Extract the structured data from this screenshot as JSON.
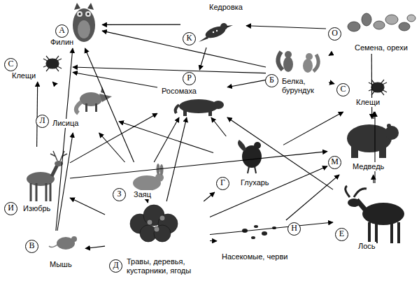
{
  "diagram": {
    "nodes": [
      {
        "text": [
          "А",
          "Филин"
        ]
      },
      {
        "text": [
          "К",
          "Кедровка"
        ]
      },
      {
        "text": [
          "О",
          "Семена, орехи"
        ]
      },
      {
        "text": [
          "С",
          "Клещи"
        ]
      },
      {
        "text": [
          "Р",
          "Росомаха"
        ]
      },
      {
        "text": [
          "Б",
          "Белка, бурундук"
        ]
      },
      {
        "text": [
          "С",
          "Клещи"
        ]
      },
      {
        "text": [
          "Л",
          "Лисица"
        ]
      },
      {
        "text": [
          "М",
          "Медведь"
        ]
      },
      {
        "text": [
          "Г",
          "Глухарь"
        ]
      },
      {
        "text": [
          "З",
          "Заяц"
        ]
      },
      {
        "text": [
          "И",
          "Изюбрь"
        ]
      },
      {
        "text": [
          "Н",
          "Насекомые, черви"
        ]
      },
      {
        "text": [
          "Е",
          "Лось"
        ]
      },
      {
        "text": [
          "В",
          "Мышь"
        ]
      },
      {
        "text": [
          "Д",
          "Травы, деревья, кустарники, ягоды"
        ]
      }
    ],
    "edges": [
      {
        "from": 2,
        "to": 1,
        "arrow": "to"
      },
      {
        "from": 2,
        "to": 5,
        "arrow": "to"
      },
      {
        "from": 2,
        "to": 8,
        "arrow": "to"
      },
      {
        "from": 1,
        "to": 0,
        "arrow": "to"
      },
      {
        "from": 1,
        "to": 4,
        "arrow": "to"
      },
      {
        "from": 5,
        "to": 0,
        "arrow": "to"
      },
      {
        "from": 5,
        "to": 3,
        "arrow": "to"
      },
      {
        "from": 5,
        "to": 4,
        "arrow": "to"
      },
      {
        "from": 5,
        "to": 6,
        "arrow": "to"
      },
      {
        "from": 4,
        "to": 3,
        "arrow": "to"
      },
      {
        "from": 7,
        "to": 3,
        "arrow": "to"
      },
      {
        "from": 11,
        "to": 3,
        "arrow": "to"
      },
      {
        "from": 14,
        "to": 0,
        "arrow": "to"
      },
      {
        "from": 14,
        "to": 7,
        "arrow": "to"
      },
      {
        "from": 10,
        "to": 0,
        "arrow": "to"
      },
      {
        "from": 10,
        "to": 7,
        "arrow": "to"
      },
      {
        "from": 10,
        "to": 4,
        "arrow": "to"
      },
      {
        "from": 9,
        "to": 7,
        "arrow": "to"
      },
      {
        "from": 9,
        "to": 4,
        "arrow": "to"
      },
      {
        "from": 9,
        "to": 6,
        "arrow": "to"
      },
      {
        "from": 15,
        "to": 10,
        "arrow": "to"
      },
      {
        "from": 15,
        "to": 9,
        "arrow": "to"
      },
      {
        "from": 15,
        "to": 11,
        "arrow": "to"
      },
      {
        "from": 15,
        "to": 14,
        "arrow": "to"
      },
      {
        "from": 15,
        "to": 12,
        "arrow": "to"
      },
      {
        "from": 15,
        "to": 13,
        "arrow": "to"
      },
      {
        "from": 15,
        "to": 8,
        "arrow": "to"
      },
      {
        "from": 15,
        "to": 4,
        "arrow": "to"
      },
      {
        "from": 11,
        "to": 4,
        "arrow": "to"
      },
      {
        "from": 11,
        "to": 8,
        "arrow": "to"
      },
      {
        "from": 12,
        "to": 8,
        "arrow": "to"
      },
      {
        "from": 13,
        "to": 8,
        "arrow": "to"
      },
      {
        "from": 13,
        "to": 6,
        "arrow": "to"
      },
      {
        "from": 13,
        "to": 4,
        "arrow": "to"
      },
      {
        "from": 8,
        "to": 6,
        "arrow": "to"
      }
    ]
  }
}
